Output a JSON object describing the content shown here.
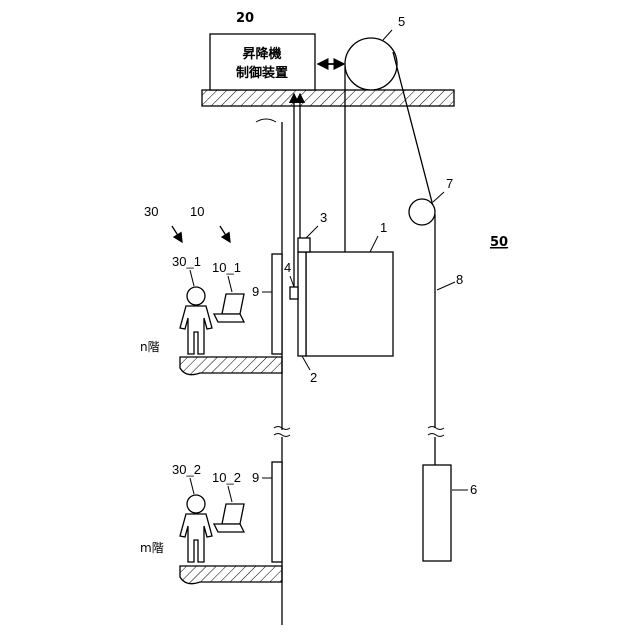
{
  "controller": {
    "number": "20",
    "line1": "昇降機",
    "line2": "制御装置"
  },
  "labels": {
    "car": "1",
    "car_door": "2",
    "part_3": "3",
    "part_4": "4",
    "sheave": "5",
    "counterweight": "6",
    "pulley": "7",
    "rope": "8",
    "hall_door_n": "9",
    "hall_door_m": "9",
    "terminal_group": "10",
    "person_group": "30",
    "terminal_n": "10_1",
    "person_n": "30_1",
    "terminal_m": "10_2",
    "person_m": "30_2",
    "system": "50"
  },
  "floors": {
    "upper": "n階",
    "lower": "m階"
  }
}
